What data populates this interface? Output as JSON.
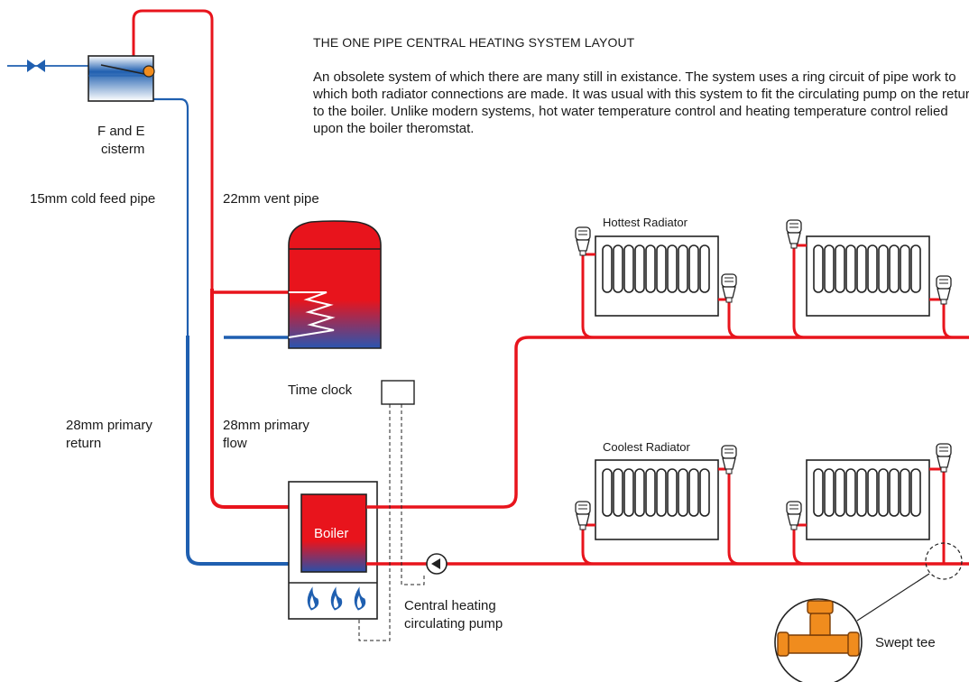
{
  "title": "THE ONE PIPE CENTRAL HEATING SYSTEM LAYOUT",
  "description": "An obsolete system of which there are many still in existance. The system uses a ring circuit of pipe work to which both radiator connections are made.  It was usual with this system to fit the circulating pump on the return to the boiler. Unlike modern systems, hot water temperature control and heating temperature control relied upon the boiler theromstat.",
  "labels": {
    "cistern_line1": "F and E",
    "cistern_line2": "cisterm",
    "cold_feed": "15mm cold feed pipe",
    "vent_pipe": "22mm vent pipe",
    "time_clock": "Time clock",
    "primary_return_line1": "28mm primary",
    "primary_return_line2": "return",
    "primary_flow_line1": "28mm primary",
    "primary_flow_line2": "flow",
    "hottest_radiator": "Hottest Radiator",
    "coolest_radiator": "Coolest Radiator",
    "boiler": "Boiler",
    "pump_line1": "Central heating",
    "pump_line2": "circulating pump",
    "swept_tee": "Swept tee"
  },
  "colors": {
    "flow_pipe": "#e8141c",
    "return_pipe": "#1f5fb0",
    "cistern_water": "#1f5fb0",
    "boiler_fill": "#e8141c",
    "swept_tee": "#f08c1e"
  }
}
